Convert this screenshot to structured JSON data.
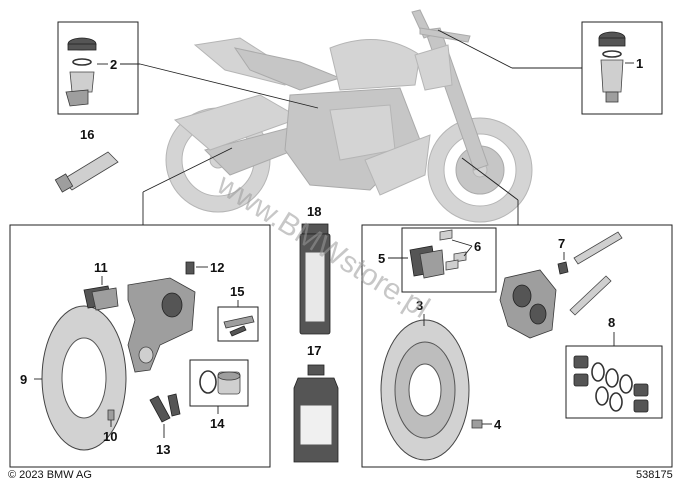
{
  "callouts": {
    "c1": "1",
    "c2": "2",
    "c3": "3",
    "c4": "4",
    "c5": "5",
    "c6": "6",
    "c7": "7",
    "c8": "8",
    "c9": "9",
    "c10": "10",
    "c11": "11",
    "c12": "12",
    "c13": "13",
    "c14": "14",
    "c15": "15",
    "c16": "16",
    "c17": "17",
    "c18": "18"
  },
  "footer": {
    "copyright": "© 2023 BMW AG",
    "diagram_number": "538175"
  },
  "watermark": "www.BMWstore.pl",
  "colors": {
    "line": "#222222",
    "bike": "#d4d4d4",
    "part": "#9e9e9e"
  }
}
